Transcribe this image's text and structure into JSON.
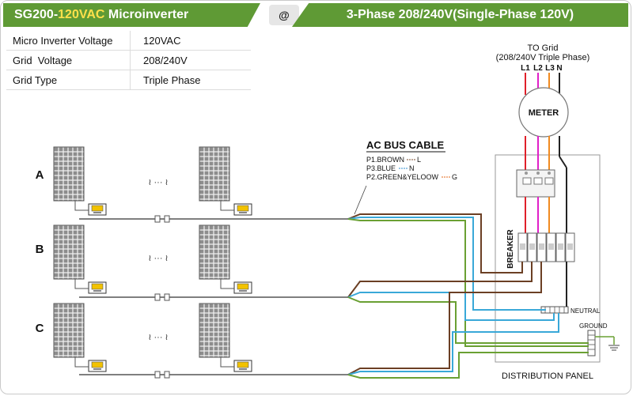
{
  "header": {
    "left_prefix": "SG200-",
    "left_accent": "120VAC",
    "left_suffix": " Microinverter",
    "at": "@",
    "right_title": "3-Phase 208/240V(Single-Phase 120V)"
  },
  "specs": [
    {
      "label": "Micro Inverter Voltage",
      "value": "120VAC"
    },
    {
      "label": "Grid  Voltage",
      "value": "208/240V"
    },
    {
      "label": "Grid Type",
      "value": "Triple Phase"
    }
  ],
  "grid": {
    "title": "TO Grid",
    "subtitle": "(208/240V Triple Phase)",
    "lines": [
      "L1",
      "L2",
      "L3",
      "N"
    ]
  },
  "meter_label": "METER",
  "ac_bus": {
    "title": "AC BUS CABLE",
    "legend": [
      {
        "text": "P1.BROWN",
        "sym": "L",
        "color": "#7a4a2a"
      },
      {
        "text": "P3.BLUE",
        "sym": "N",
        "color": "#2f8fd0"
      },
      {
        "text": "P2.GREEN&YELOOW",
        "sym": "G",
        "color": "#e66a1a"
      }
    ]
  },
  "rows": [
    "A",
    "B",
    "C"
  ],
  "ellipsis": "≀ ··· ≀",
  "breaker_label": "BREAKER",
  "neutral_label": "NEUTRAL",
  "ground_label": "GROUND",
  "panel_label": "DISTRIBUTION PANEL",
  "colors": {
    "banner": "#5f9a35",
    "accent": "#ffe04a",
    "brown": "#6b3f24",
    "blue": "#39a8d8",
    "green": "#6aa033",
    "red": "#e0202a",
    "magenta": "#e020c8",
    "orange": "#f08a20"
  }
}
